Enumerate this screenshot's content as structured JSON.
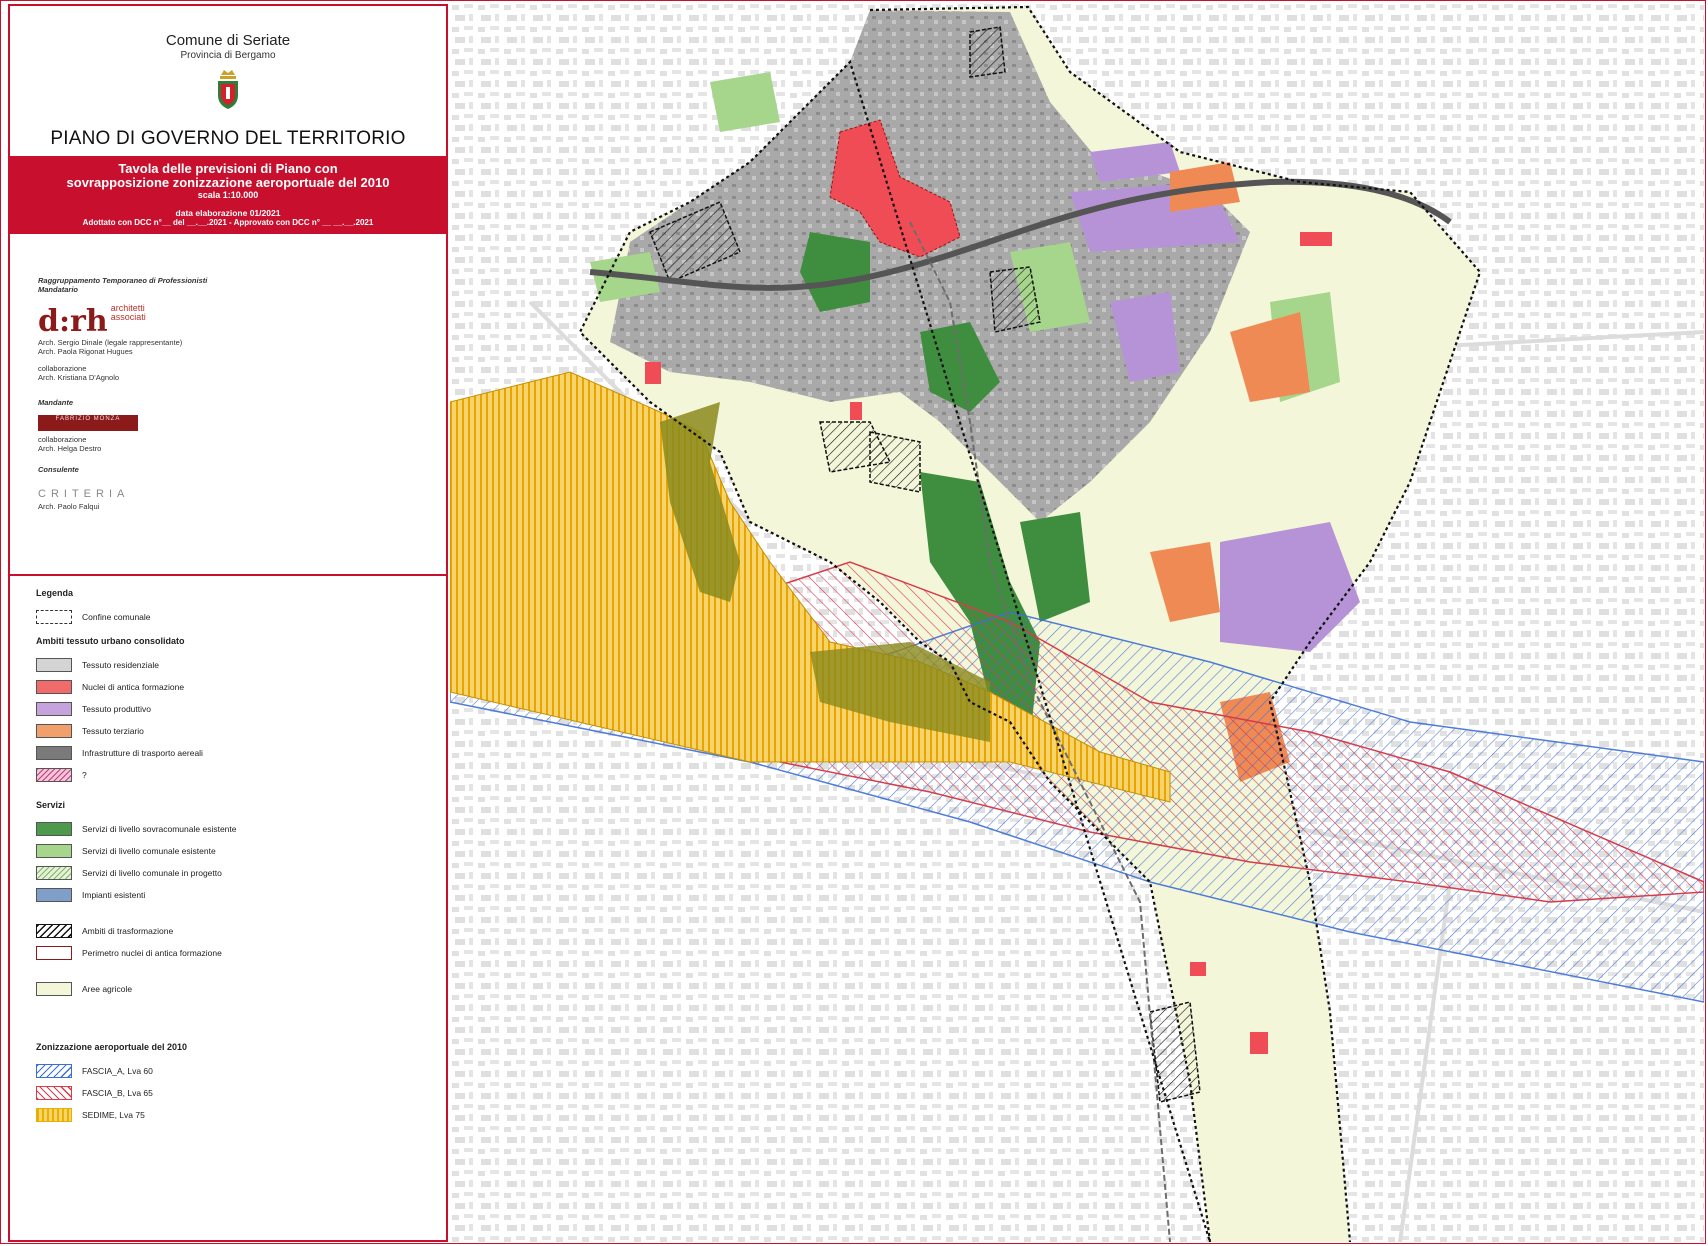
{
  "header": {
    "comune": "Comune di Seriate",
    "provincia": "Provincia di Bergamo",
    "piano": "PIANO DI GOVERNO DEL TERRITORIO",
    "tavola_line1": "Tavola delle previsioni di Piano con",
    "tavola_line2": "sovrapposizione zonizzazione aeroportuale del 2010",
    "scala": "scala 1:10.000",
    "data": "data elaborazione 01/2021",
    "adozione": "Adottato con DCC n°__ del __.__.2021 - Approvato con DCC n° __ __.__.2021"
  },
  "credits": {
    "rtp_label": "Raggruppamento Temporaneo di Professionisti",
    "mandatario_label": "Mandatario",
    "logo_drh": "d:rh",
    "logo_drh_sub1": "architetti",
    "logo_drh_sub2": "associati",
    "arch1": "Arch. Sergio Dinale (legale rappresentante)",
    "arch2": "Arch. Paola Rigonat Hugues",
    "collab1_label": "collaborazione",
    "collab1": "Arch. Kristiana D'Agnolo",
    "mandante_label": "Mandante",
    "logo_fm": "FABRIZIO MONZA",
    "collab2_label": "collaborazione",
    "collab2": "Arch. Helga Destro",
    "consulente_label": "Consulente",
    "logo_criteria": "CRITERIA",
    "consulente": "Arch. Paolo Falqui"
  },
  "legend": {
    "title": "Legenda",
    "confine": "Confine comunale",
    "ambiti_title": "Ambiti tessuto urbano consolidato",
    "ambiti": [
      {
        "label": "Tessuto residenziale",
        "color": "#d4d4d4"
      },
      {
        "label": "Nuclei di antica formazione",
        "color": "#f26b6b"
      },
      {
        "label": "Tessuto produttivo",
        "color": "#c7a3dd"
      },
      {
        "label": "Tessuto terziario",
        "color": "#f2a06b"
      },
      {
        "label": "Infrastrutture di trasporto aereali",
        "color": "#7a7a7a"
      },
      {
        "label": "?",
        "color": "#f1c3dc"
      }
    ],
    "servizi_title": "Servizi",
    "servizi": [
      {
        "label": "Servizi di livello sovracomunale esistente",
        "color": "#4d9a4d"
      },
      {
        "label": "Servizi di livello comunale esistente",
        "color": "#a6d58c"
      },
      {
        "label": "Servizi di livello comunale in progetto",
        "color": "#e6f2d6"
      },
      {
        "label": "Impianti esistenti",
        "color": "#7f9fc9"
      }
    ],
    "ambiti_trasf": "Ambiti di trasformazione",
    "perimetro": "Perimetro nuclei di antica formazione",
    "agricole": "Aree agricole",
    "zoniz_title": "Zonizzazione aeroportuale del 2010",
    "zoniz": [
      {
        "label": "FASCIA_A,  Lva 60",
        "color": "#3c6fd6"
      },
      {
        "label": "FASCIA_B,  Lva 65",
        "color": "#d63c4a"
      },
      {
        "label": "SEDIME,  Lva 75",
        "color": "#e8b000"
      }
    ]
  },
  "map": {
    "residenziale": "#b8b8b8",
    "agricole": "#f3f6d8",
    "verde_sovra": "#3f8e3f",
    "verde_com": "#a6d58c",
    "nuclei": "#f04c55",
    "produttivo": "#b693d6",
    "terziario": "#f08a55",
    "impianti": "#7f9fc9",
    "fascia_a": "#3c6fd6",
    "fascia_b": "#d63c4a",
    "sedime": "#e8b000"
  }
}
